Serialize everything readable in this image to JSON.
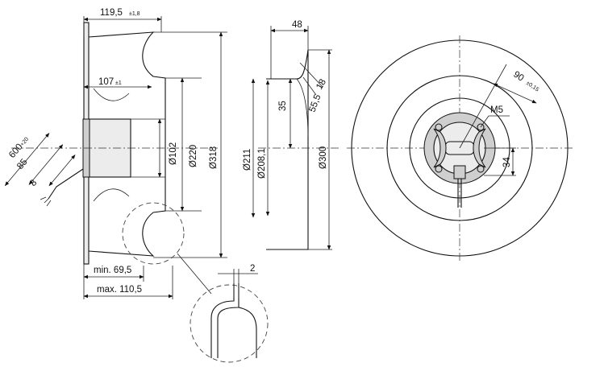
{
  "dimensions": {
    "width_total": {
      "value": "119,5",
      "tol": "±1,8"
    },
    "width_107": {
      "value": "107",
      "tol": "±1"
    },
    "inlet_dia": "Ø102",
    "hub_dia": "Ø220",
    "outer_dia": "Ø318",
    "cable_len": {
      "value": "600",
      "tol": "+20"
    },
    "cable_85": "85",
    "cable_8": "8",
    "min_depth": "min. 69,5",
    "max_depth": "max. 110,5",
    "detail_gap": "2",
    "side_48": "48",
    "side_18": "18",
    "side_35": "35",
    "side_55": "55,5",
    "side_211": "Ø211",
    "side_208": "Ø208,1",
    "side_300": "Ø300",
    "bolt_angle": {
      "value": "90",
      "tol": "±0,15"
    },
    "thread": "M5",
    "offset_34": "34"
  }
}
